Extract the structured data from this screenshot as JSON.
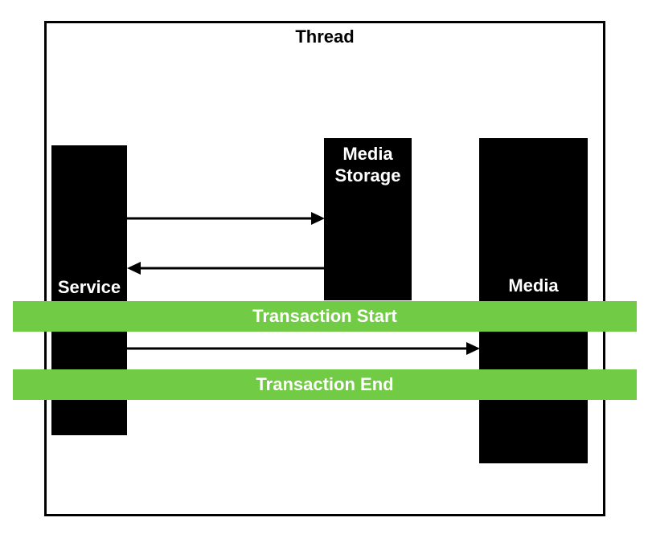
{
  "diagram": {
    "title": "Thread",
    "nodes": {
      "service": {
        "label": "Service"
      },
      "media_storage": {
        "label": "Media Storage"
      },
      "media": {
        "label": "Media"
      }
    },
    "bands": {
      "transaction_start": {
        "label": "Transaction Start"
      },
      "transaction_end": {
        "label": "Transaction End"
      }
    },
    "arrows": [
      {
        "from": "Service",
        "to": "Media Storage",
        "direction": "right"
      },
      {
        "from": "Media Storage",
        "to": "Service",
        "direction": "left"
      },
      {
        "from": "Service",
        "to": "Media",
        "direction": "right"
      }
    ],
    "colors": {
      "band_green": "#72CB44",
      "node_black": "#000000"
    }
  }
}
